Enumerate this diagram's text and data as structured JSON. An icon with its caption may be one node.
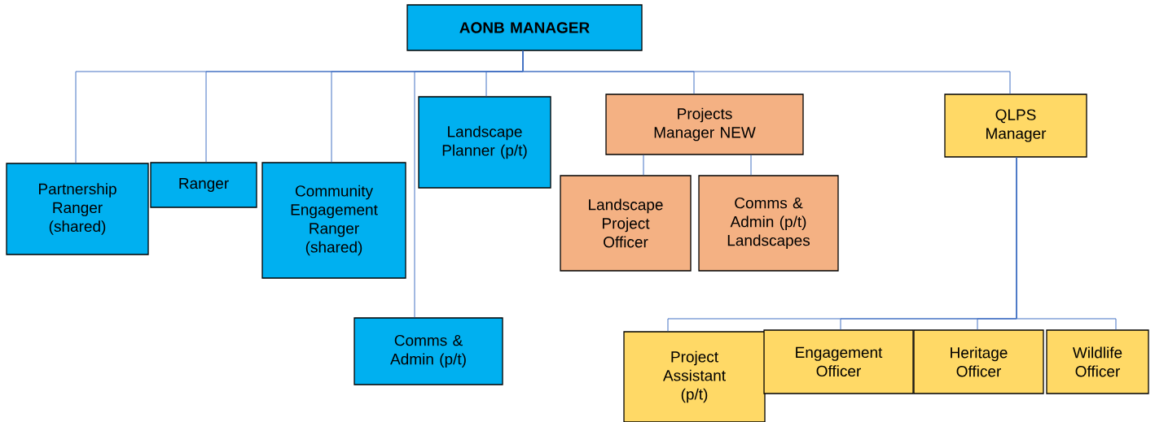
{
  "diagram": {
    "nodes": [
      {
        "text": [
          "AONB MANAGER"
        ]
      },
      {
        "text": [
          "Partnership Ranger (shared)"
        ]
      },
      {
        "text": [
          "Ranger"
        ]
      },
      {
        "text": [
          "Community Engagement Ranger (shared)"
        ]
      },
      {
        "text": [
          "Landscape Planner (p/t)"
        ]
      },
      {
        "text": [
          "Comms & Admin (p/t)"
        ]
      },
      {
        "text": [
          "Projects Manager NEW"
        ]
      },
      {
        "text": [
          "Landscape Project Officer"
        ]
      },
      {
        "text": [
          "Comms & Admin (p/t) Landscapes"
        ]
      },
      {
        "text": [
          "QLPS Manager"
        ]
      },
      {
        "text": [
          "Project Assistant (p/t)"
        ]
      },
      {
        "text": [
          "Engagement Officer"
        ]
      },
      {
        "text": [
          "Heritage Officer"
        ]
      },
      {
        "text": [
          "Wildlife Officer"
        ]
      }
    ],
    "edges": [
      {
        "from": 0,
        "to": 1,
        "arrow": "none"
      },
      {
        "from": 0,
        "to": 2,
        "arrow": "none"
      },
      {
        "from": 0,
        "to": 3,
        "arrow": "none"
      },
      {
        "from": 0,
        "to": 5,
        "arrow": "none"
      },
      {
        "from": 0,
        "to": 4,
        "arrow": "none"
      },
      {
        "from": 0,
        "to": 6,
        "arrow": "none"
      },
      {
        "from": 0,
        "to": 9,
        "arrow": "none"
      },
      {
        "from": 6,
        "to": 7,
        "arrow": "none"
      },
      {
        "from": 6,
        "to": 8,
        "arrow": "none"
      },
      {
        "from": 9,
        "to": 10,
        "arrow": "none"
      },
      {
        "from": 9,
        "to": 11,
        "arrow": "none"
      },
      {
        "from": 9,
        "to": 12,
        "arrow": "none"
      },
      {
        "from": 9,
        "to": 13,
        "arrow": "none"
      }
    ]
  }
}
